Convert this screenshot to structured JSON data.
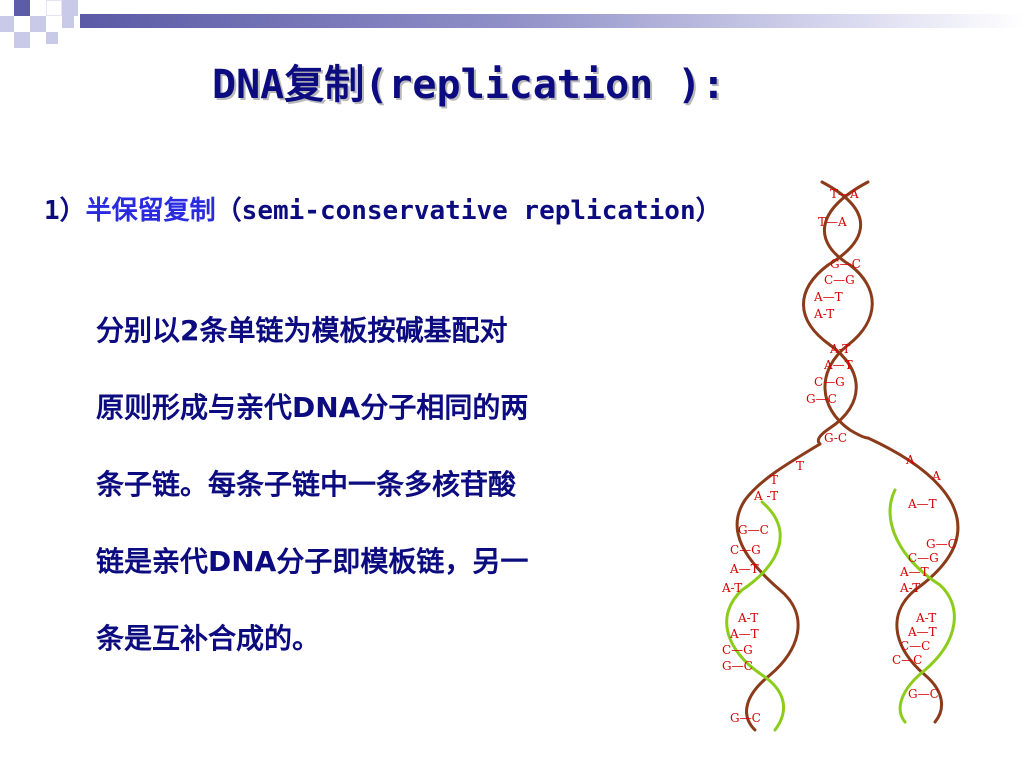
{
  "slide": {
    "title": "DNA复制(replication ):",
    "subtitle_number": "1）",
    "subtitle_zh": "半保留复制",
    "subtitle_en": "（semi-conservative replication）",
    "body_lines": [
      "分别以2条单链为模板按碱基配对",
      "原则形成与亲代DNA分子相同的两",
      "条子链。每条子链中一条多核苷酸",
      "链是亲代DNA分子即模板链，另一",
      "条是互补合成的。"
    ]
  },
  "colors": {
    "title": "#0c0c80",
    "subtitle_zh": "#2a2ae0",
    "parent_strand": "#8b3a1a",
    "new_strand": "#8ccc1a",
    "base_pair_text": "#d80000"
  },
  "figure": {
    "parent_pairs": [
      "T—A",
      "T—A",
      "G—C",
      "C—G",
      "A—T",
      "A-T",
      "A-T",
      "A—T",
      "C—G",
      "G—C",
      "G-C"
    ],
    "fork_bases": [
      "T",
      "T",
      "A",
      "A"
    ],
    "left_daughter_pairs": [
      "A -T",
      "G—C",
      "C—G",
      "A—T",
      "A-T",
      "A-T",
      "A—T",
      "C—G",
      "G—C",
      "G—C"
    ],
    "right_daughter_pairs": [
      "A—T",
      "G—C",
      "C—G",
      "A—T",
      "A-T",
      "A-T",
      "A—T",
      "C—C",
      "C—C",
      "G—C"
    ]
  }
}
